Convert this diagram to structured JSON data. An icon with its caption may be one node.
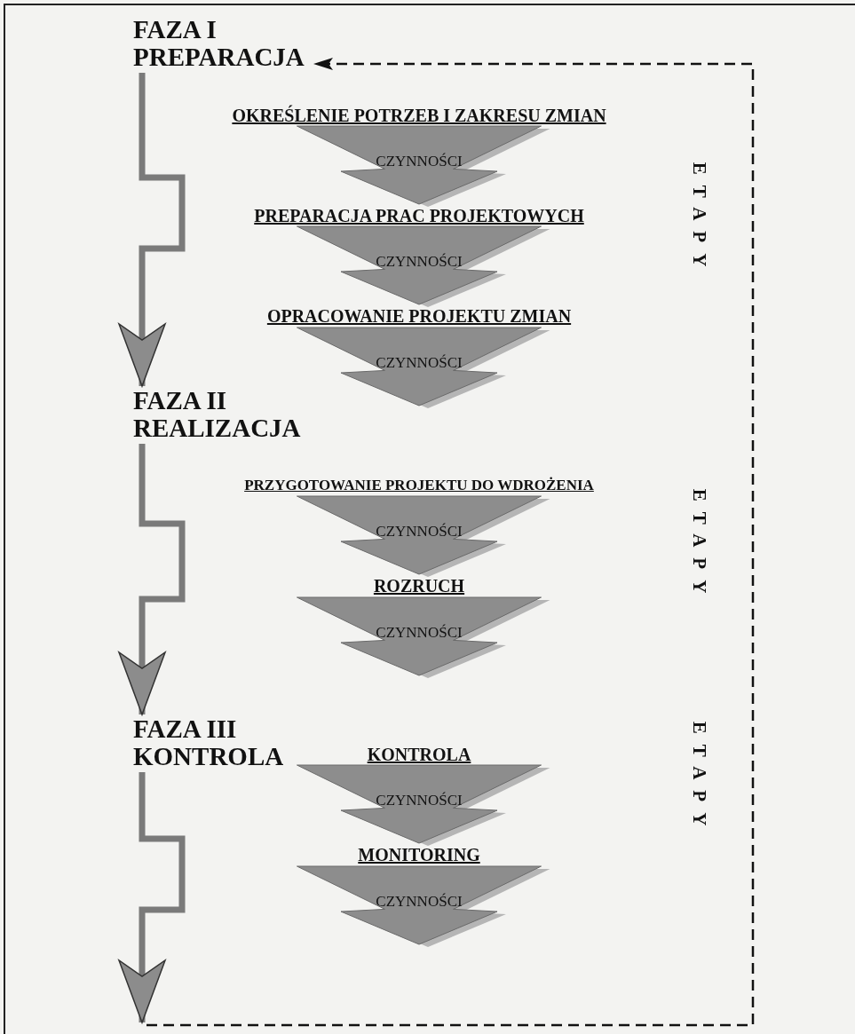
{
  "diagram": {
    "nodes": [
      {
        "text": [
          "FAZA I PREPARACJA"
        ]
      },
      {
        "text": [
          "OKREŚLENIE POTRZEB I ZAKRESU ZMIAN"
        ]
      },
      {
        "text": [
          "PREPARACJA PRAC PROJEKTOWYCH"
        ]
      },
      {
        "text": [
          "OPRACOWANIE PROJEKTU ZMIAN"
        ]
      },
      {
        "text": [
          "FAZA II REALIZACJA"
        ]
      },
      {
        "text": [
          "PRZYGOTOWANIE PROJEKTU DO WDROŻENIA"
        ]
      },
      {
        "text": [
          "ROZRUCH"
        ]
      },
      {
        "text": [
          "FAZA III KONTROLA"
        ]
      },
      {
        "text": [
          "KONTROLA"
        ]
      },
      {
        "text": [
          "MONITORING"
        ]
      }
    ],
    "edges": [
      {
        "from": 0,
        "to": 4,
        "arrow": "to",
        "style": "thick"
      },
      {
        "from": 4,
        "to": 7,
        "arrow": "to",
        "style": "thick"
      },
      {
        "from": 7,
        "to": null,
        "arrow": "to",
        "style": "thick"
      },
      {
        "from": null,
        "to": 0,
        "arrow": "to",
        "style": "dashed",
        "color": "#111111"
      },
      {
        "from": 1,
        "to": 2,
        "arrow": "to",
        "label": "CZYNNOŚCI"
      },
      {
        "from": 2,
        "to": 3,
        "arrow": "to",
        "label": "CZYNNOŚCI"
      },
      {
        "from": 3,
        "to": null,
        "arrow": "to",
        "label": "CZYNNOŚCI"
      },
      {
        "from": 5,
        "to": 6,
        "arrow": "to",
        "label": "CZYNNOŚCI"
      },
      {
        "from": 6,
        "to": null,
        "arrow": "to",
        "label": "CZYNNOŚCI"
      },
      {
        "from": 8,
        "to": 9,
        "arrow": "to",
        "label": "CZYNNOŚCI"
      },
      {
        "from": 9,
        "to": null,
        "arrow": "to",
        "label": "CZYNNOŚCI"
      }
    ],
    "labels": [
      "ETAPY",
      "ETAPY",
      "ETAPY"
    ]
  }
}
